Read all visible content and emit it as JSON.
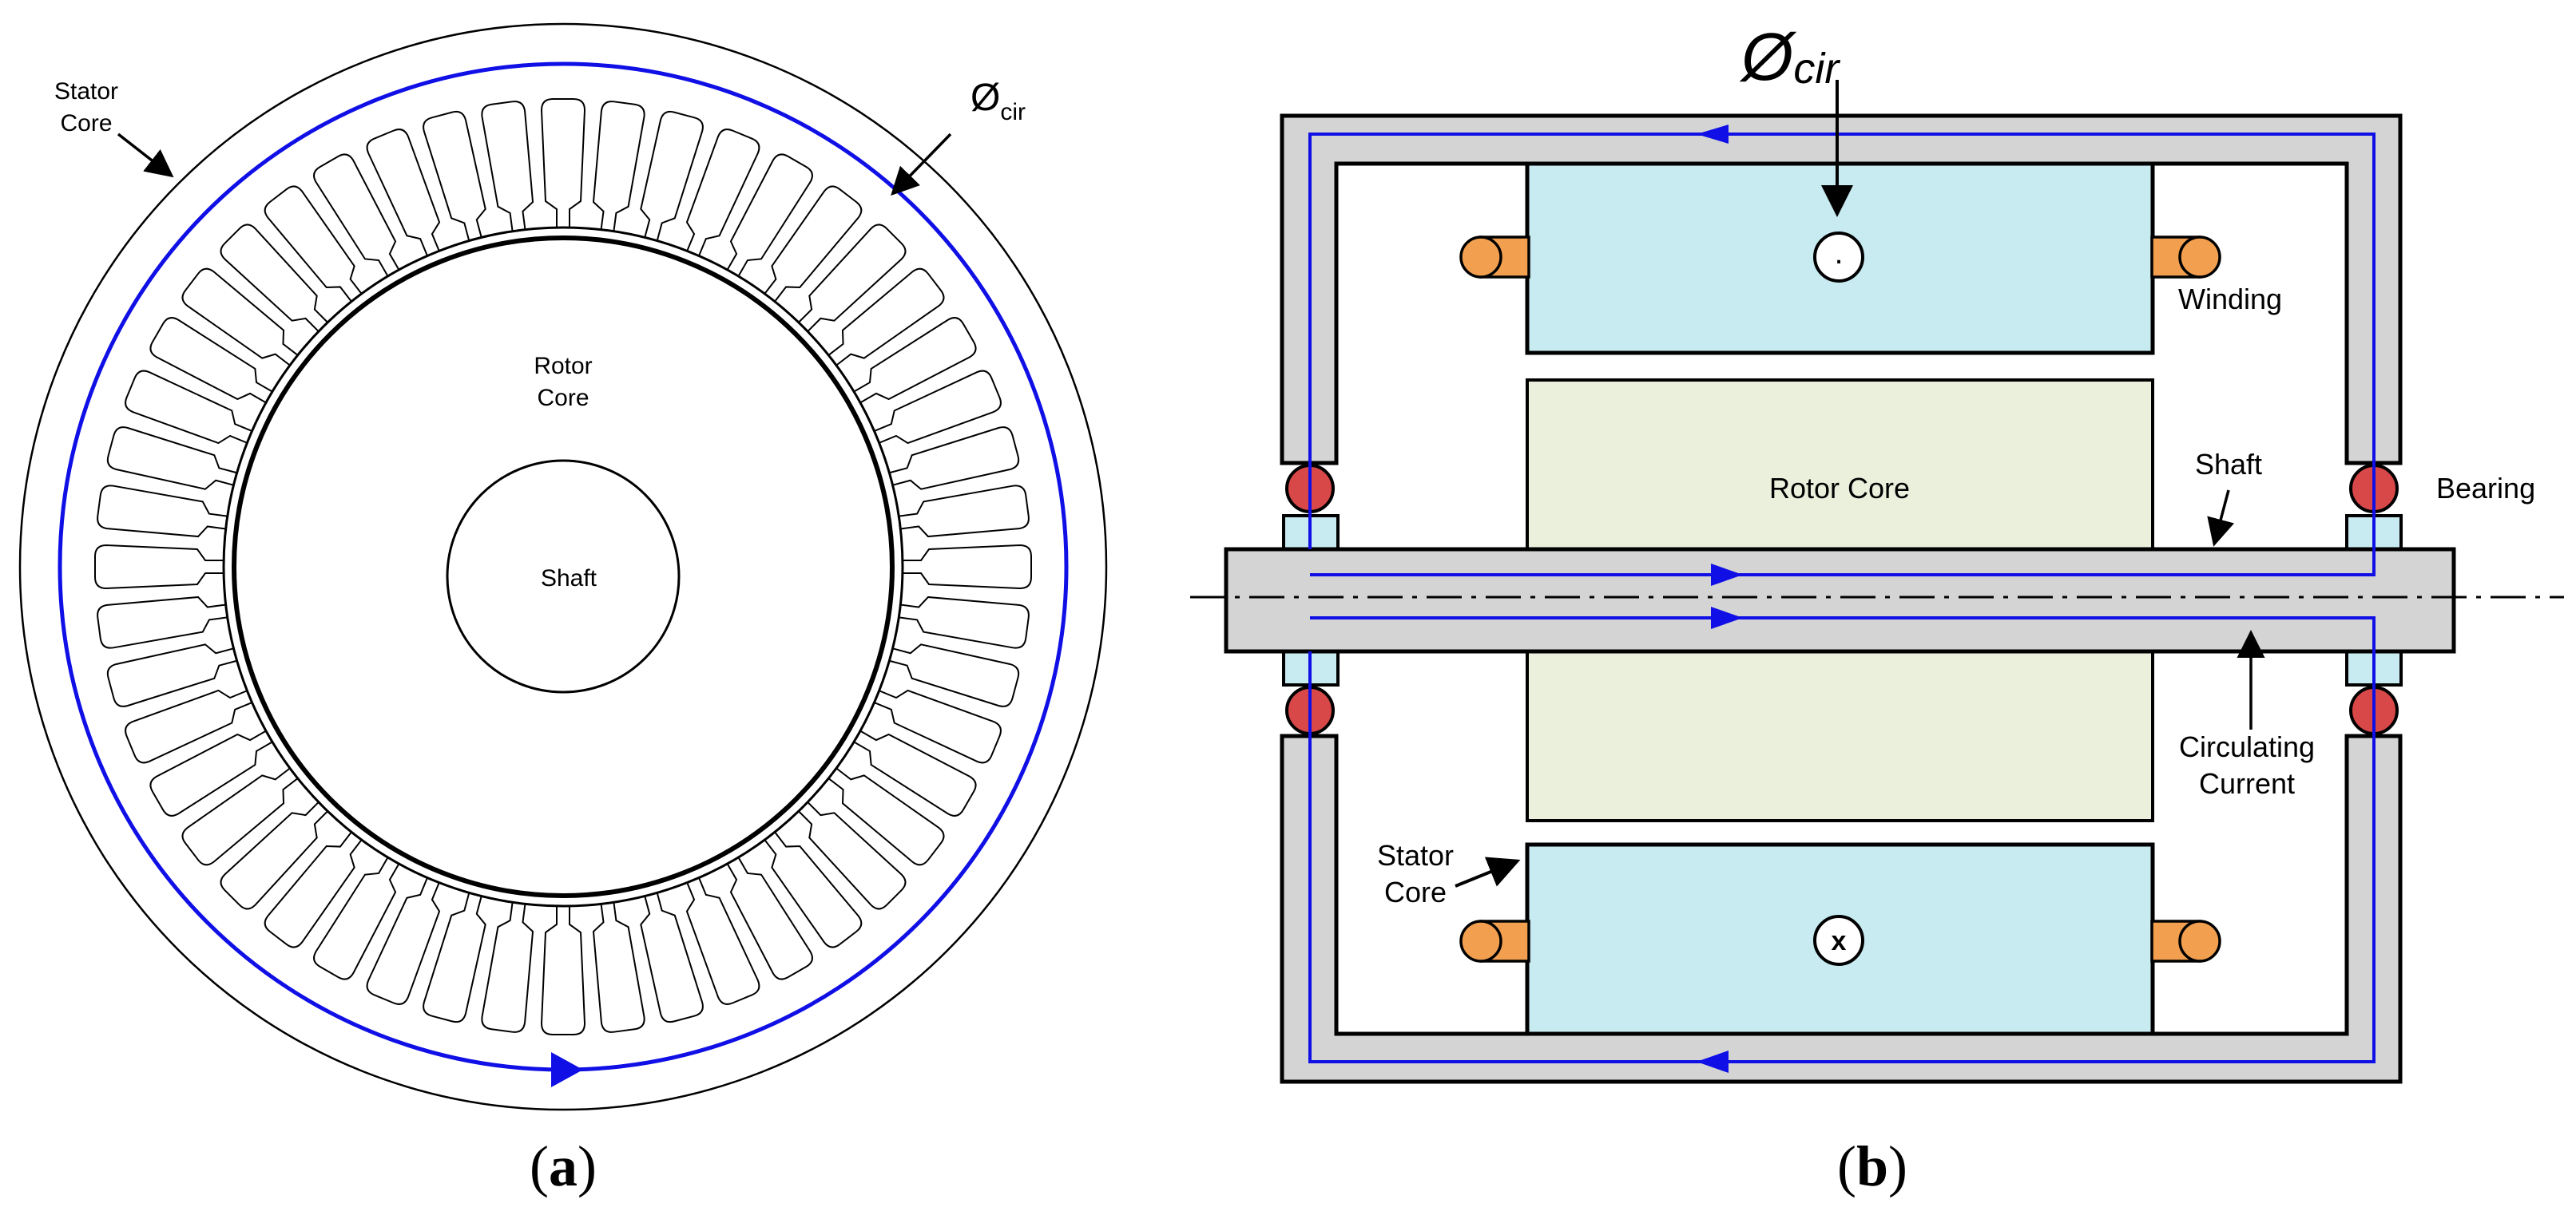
{
  "panel_a": {
    "caption_open": "(",
    "caption_letter": "a",
    "caption_close": ")",
    "stator_label_line1": "Stator",
    "stator_label_line2": "Core",
    "flux_symbol": "Ø",
    "flux_subscript": "cir",
    "rotor_label_line1": "Rotor",
    "rotor_label_line2": "Core",
    "shaft_label": "Shaft",
    "slot_count": 48
  },
  "panel_b": {
    "caption_open": "(",
    "caption_letter": "b",
    "caption_close": ")",
    "flux_symbol": "Ø",
    "flux_subscript": "cir",
    "dot_symbol": ".",
    "cross_symbol": "x",
    "winding_label": "Winding",
    "rotor_label": "Rotor Core",
    "shaft_label": "Shaft",
    "bearing_label": "Bearing",
    "circulating_label_line1": "Circulating",
    "circulating_label_line2": "Current",
    "stator_label_line1": "Stator",
    "stator_label_line2": "Core"
  },
  "colors": {
    "flux_path": "#1010e6",
    "stator_fill": "#c8ebf2",
    "rotor_fill": "#eaf0dc",
    "frame_fill": "#d4d4d4",
    "bearing_ball": "#d84848",
    "bearing_race": "#c8ebf2",
    "winding_fill": "#f2a050",
    "outline": "#000000"
  }
}
